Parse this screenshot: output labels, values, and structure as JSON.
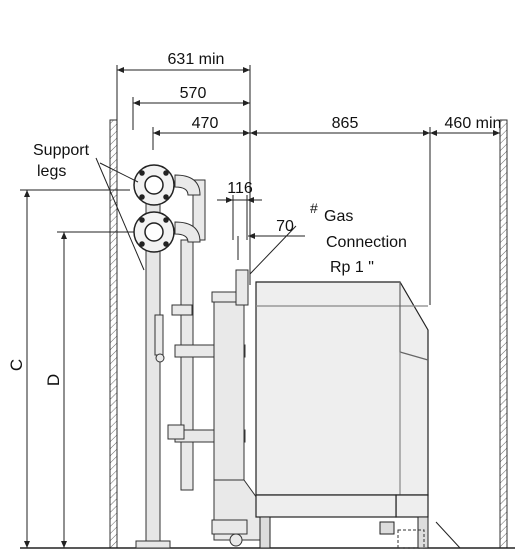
{
  "diagram": {
    "dimensions": {
      "width_631": "631 min",
      "width_570": "570",
      "width_470": "470",
      "width_865": "865",
      "width_460": "460 min",
      "dim_116": "116",
      "dim_70": "70",
      "height_C": "C",
      "height_D": "D"
    },
    "labels": {
      "support_line1": "Support",
      "support_line2": "legs",
      "hash_mark": "#",
      "gas_line1": "Gas",
      "gas_line2": "Connection",
      "gas_line3": "Rp 1 \""
    }
  }
}
